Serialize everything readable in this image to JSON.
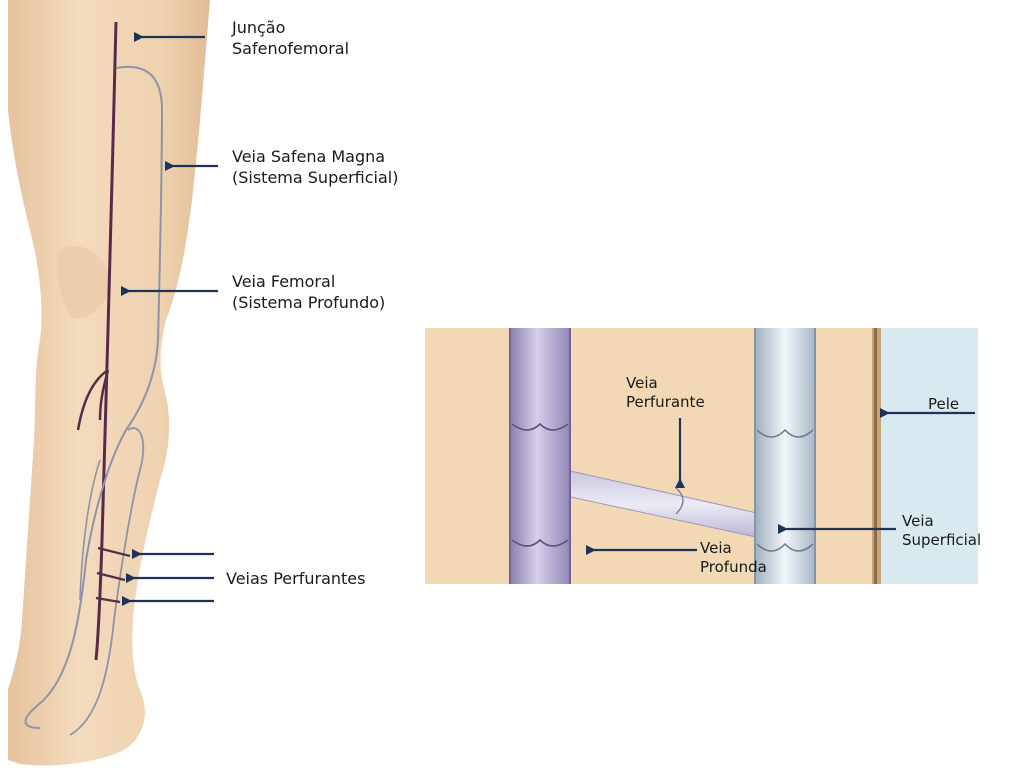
{
  "labels": {
    "juncao": [
      "Junção",
      "Safenofemoral"
    ],
    "safena": [
      "Veia Safena Magna",
      "(Sistema Superficial)"
    ],
    "femoral": [
      "Veia Femoral",
      "(Sistema Profundo)"
    ],
    "perfurantes": "Veias Perfurantes",
    "veia_perfurante": [
      "Veia",
      "Perfurante"
    ],
    "pele": "Pele",
    "veia_superficial": [
      "Veia",
      "Superficial"
    ],
    "veia_profunda": [
      "Veia",
      "Profunda"
    ]
  },
  "colors": {
    "leg_skin": "#efd3b2",
    "leg_shadow": "#e2bf9b",
    "deep_vein": "#5a2a4a",
    "superficial_vein": "#8e93a8",
    "arrow": "#1f3358",
    "inset_bg": "#f2d8b4",
    "skin_layer": "#d8eaf0",
    "deep_vessel": "#a79bc4",
    "superficial_vessel": "#c2cfda"
  }
}
